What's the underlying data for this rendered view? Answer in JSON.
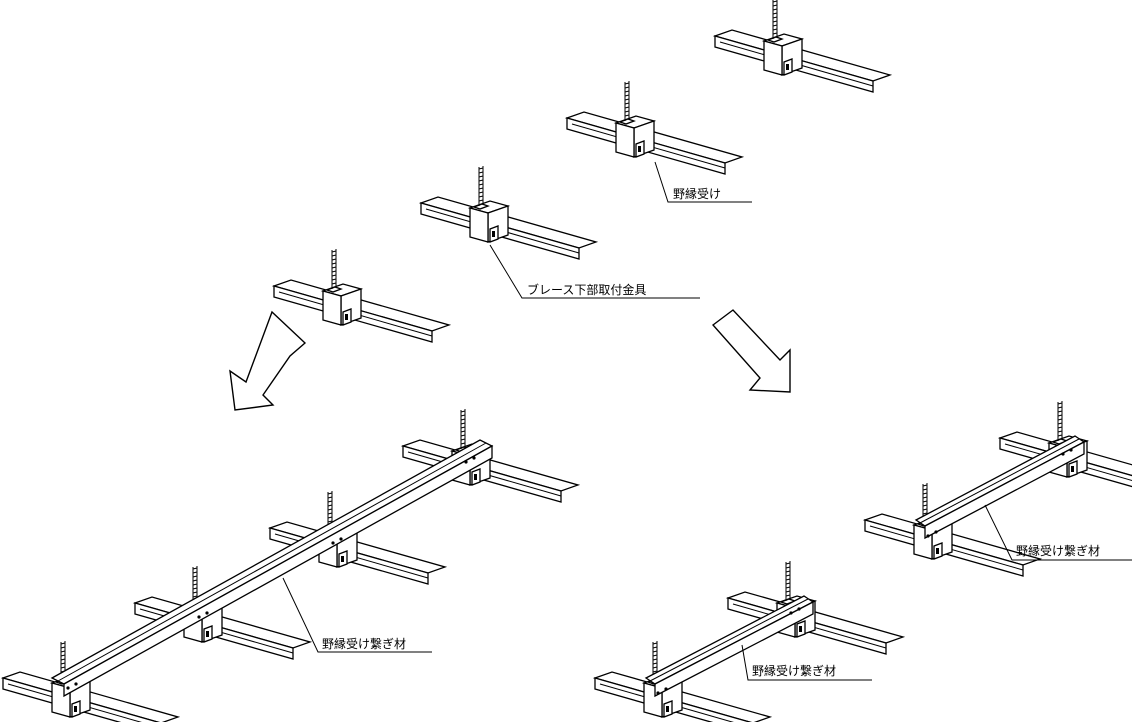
{
  "labels": {
    "nobuchi_uke": "野縁受け",
    "brace_bracket": "ブレース下部取付金具",
    "connector_left": "野縁受け繋ぎ材",
    "connector_right_upper": "野縁受け繋ぎ材",
    "connector_right_lower": "野縁受け繋ぎ材"
  }
}
